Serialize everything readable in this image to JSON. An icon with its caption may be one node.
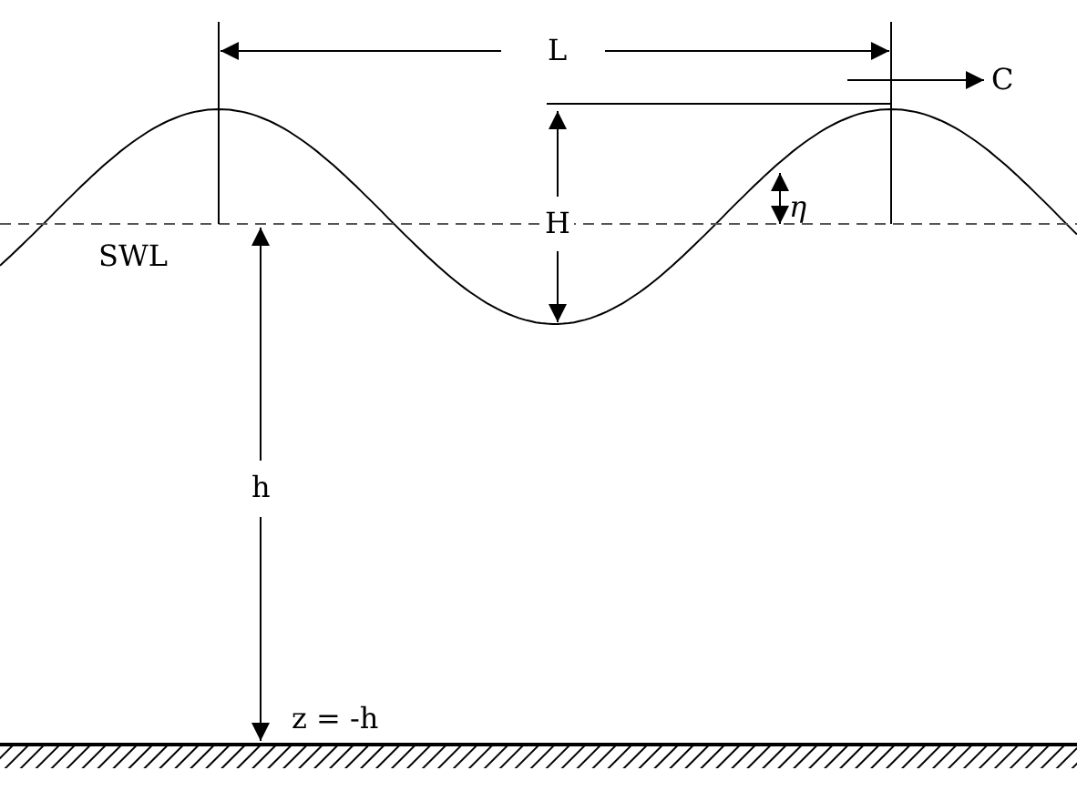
{
  "diagram": {
    "labels": [
      "L",
      "C",
      "H",
      "η",
      "SWL",
      "h",
      "z = -h"
    ]
  }
}
